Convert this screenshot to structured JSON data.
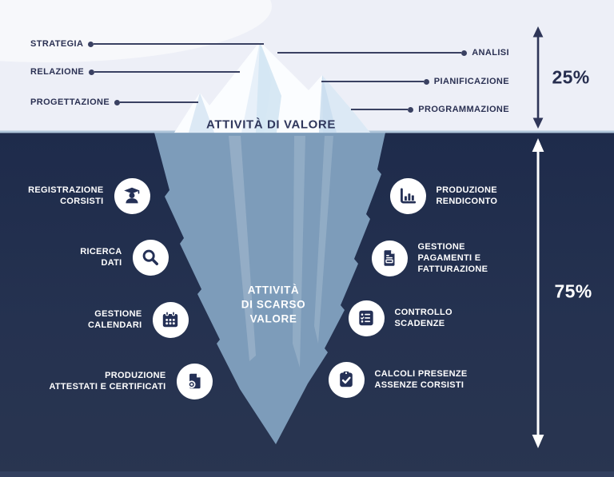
{
  "surface": {
    "title": "ATTIVITÀ DI VALORE",
    "percent_label": "25%",
    "left_labels": [
      "STRATEGIA",
      "RELAZIONE",
      "PROGETTAZIONE"
    ],
    "right_labels": [
      "ANALISI",
      "PIANIFICAZIONE",
      "PROGRAMMAZIONE"
    ]
  },
  "underwater": {
    "title": "ATTIVITÀ\nDI SCARSO\nVALORE",
    "percent_label": "75%",
    "left_items": [
      {
        "label": "REGISTRAZIONE\nCORSISTI",
        "icon": "graduate-icon"
      },
      {
        "label": "RICERCA\nDATI",
        "icon": "search-icon"
      },
      {
        "label": "GESTIONE\nCALENDARI",
        "icon": "calendar-icon"
      },
      {
        "label": "PRODUZIONE\nATTESTATI E CERTIFICATI",
        "icon": "certificate-icon"
      }
    ],
    "right_items": [
      {
        "label": "PRODUZIONE\nRENDICONTO",
        "icon": "bar-chart-icon"
      },
      {
        "label": "GESTIONE\nPAGAMENTI E\nFATTURAZIONE",
        "icon": "invoice-icon"
      },
      {
        "label": "CONTROLLO\nSCADENZE",
        "icon": "checklist-icon"
      },
      {
        "label": "CALCOLI PRESENZE\nASSENZE CORSISTI",
        "icon": "clipboard-check-icon"
      }
    ]
  },
  "colors": {
    "surface_bg": "#edeff7",
    "deep_navy_top": "#1e2b4b",
    "deep_navy_bottom": "#293550",
    "iceberg_underwater": "#7d9cba",
    "iceberg_above": "#fbfdff",
    "navy_text": "#2b3153",
    "connector": "#3a4162",
    "white": "#ffffff"
  }
}
